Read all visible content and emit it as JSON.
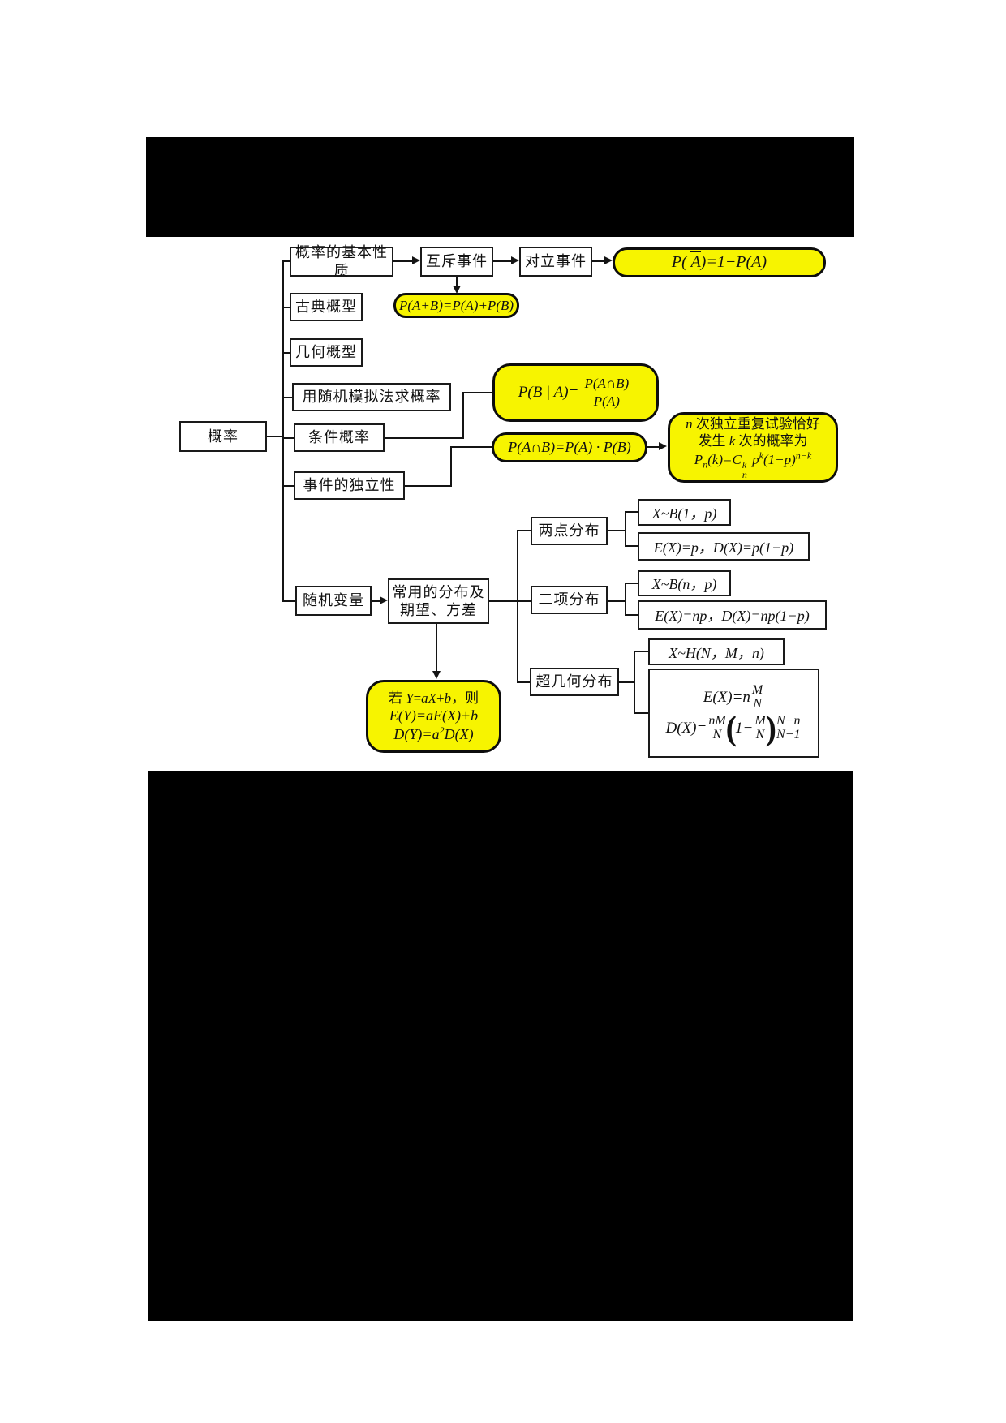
{
  "colors": {
    "highlight_yellow": "#f7f400",
    "ink": "#141414",
    "background": "#ffffff",
    "redaction": "#000000"
  },
  "root": {
    "label": "概率"
  },
  "branches": {
    "basic_properties": "概率的基本性质",
    "classical_model": "古典概型",
    "geometric_model": "几何概型",
    "random_simulation": "用随机模拟法求概率",
    "conditional_probability": "条件概率",
    "independence_of_events": "事件的独立性",
    "random_variable": "随机变量"
  },
  "chain": {
    "mutually_exclusive": "互斥事件",
    "complementary": "对立事件",
    "complement_formula_html": "P( <span class='ov'>A</span>)=1−P(A)",
    "addition_formula": "P(A+B)=P(A)+P(B)"
  },
  "conditional_formula": {
    "lhs": "P(B | A)=",
    "numerator": "P(A∩B)",
    "denominator": "P(A)"
  },
  "independence_formula": "P(A∩B)=P(A) · P(B)",
  "bernoulli_note": {
    "line1_html": "<i>n</i> 次独立重复试验恰好",
    "line2_html": "发生 <i>k</i> 次的概率为",
    "line3_html": "<i>P<sub>n</sub>(k)=C</i><span class='ss'><span><i>k</i></span><span><i>n</i></span></span><i> p<sup>k</sup>(1−p)<sup>n−k</sup></i>"
  },
  "distribution_hub": {
    "line1": "常用的分布及",
    "line2": "期望、方差"
  },
  "distributions": {
    "two_point": {
      "label": "两点分布",
      "model": "X~B(1，p)",
      "moments": "E(X)=p，D(X)=p(1−p)"
    },
    "binomial": {
      "label": "二项分布",
      "model": "X~B(n，p)",
      "moments": "E(X)=np，D(X)=np(1−p)"
    },
    "hypergeometric": {
      "label": "超几何分布",
      "model": "X~H(N，M，n)",
      "expectation_lhs": "E(X)=n",
      "expectation_num": "M",
      "expectation_den": "N",
      "variance_lhs": "D(X)=",
      "variance_f1_num": "nM",
      "variance_f1_den": "N",
      "variance_inner": "1−",
      "variance_f2_num": "M",
      "variance_f2_den": "N",
      "variance_f3_num": "N−n",
      "variance_f3_den": "N−1"
    }
  },
  "linear_transform": {
    "line1_html": "若 <i>Y</i>=<i>aX</i>+<i>b</i>，则",
    "line2": "E(Y)=aE(X)+b",
    "line3_html": "D(Y)=a<sup>2</sup>D(X)"
  }
}
